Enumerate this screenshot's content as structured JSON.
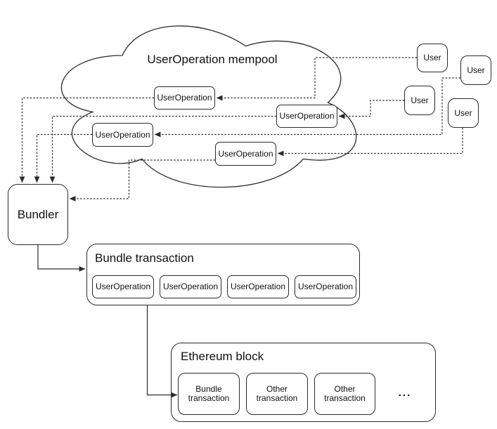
{
  "colors": {
    "background": "#ffffff",
    "stroke": "#2b2b2b",
    "text": "#111111",
    "box_fill": "#ffffff"
  },
  "cloud": {
    "title": "UserOperation mempool"
  },
  "mempool_user_operations": [
    {
      "label": "UserOperation"
    },
    {
      "label": "UserOperation"
    },
    {
      "label": "UserOperation"
    },
    {
      "label": "UserOperation"
    }
  ],
  "users": [
    {
      "label": "User"
    },
    {
      "label": "User"
    },
    {
      "label": "User"
    },
    {
      "label": "User"
    }
  ],
  "bundler": {
    "label": "Bundler"
  },
  "bundle_transaction": {
    "title": "Bundle transaction",
    "user_operations": [
      {
        "label": "UserOperation"
      },
      {
        "label": "UserOperation"
      },
      {
        "label": "UserOperation"
      },
      {
        "label": "UserOperation"
      }
    ]
  },
  "ethereum_block": {
    "title": "Ethereum block",
    "transactions": [
      {
        "line1": "Bundle",
        "line2": "transaction"
      },
      {
        "line1": "Other",
        "line2": "transaction"
      },
      {
        "line1": "Other",
        "line2": "transaction"
      }
    ],
    "ellipsis": "..."
  }
}
